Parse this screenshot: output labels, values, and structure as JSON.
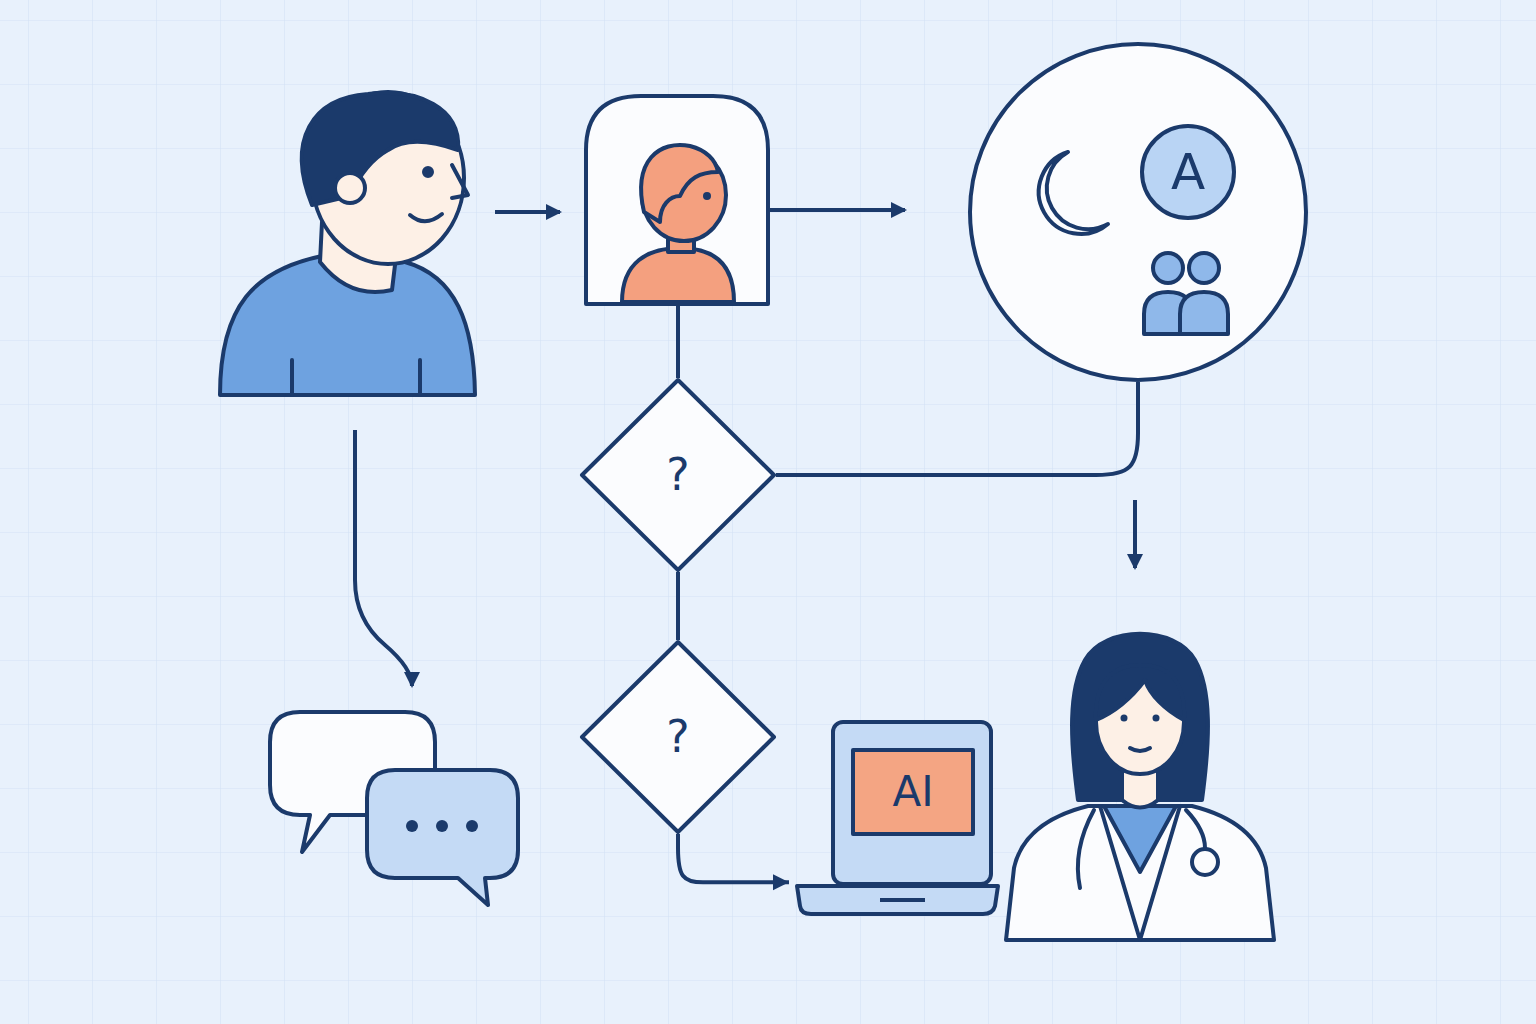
{
  "diagram": {
    "nodes": [
      {
        "text": [
          "A"
        ]
      },
      {
        "text": [
          "?"
        ]
      },
      {
        "text": [
          "?"
        ]
      },
      {
        "text": [
          "AI"
        ]
      }
    ],
    "edges": [
      {
        "from": 1,
        "to": 0,
        "arrow": "none"
      },
      {
        "from": 1,
        "to": 2,
        "arrow": "none"
      },
      {
        "from": 2,
        "to": 3,
        "arrow": "to"
      }
    ]
  }
}
